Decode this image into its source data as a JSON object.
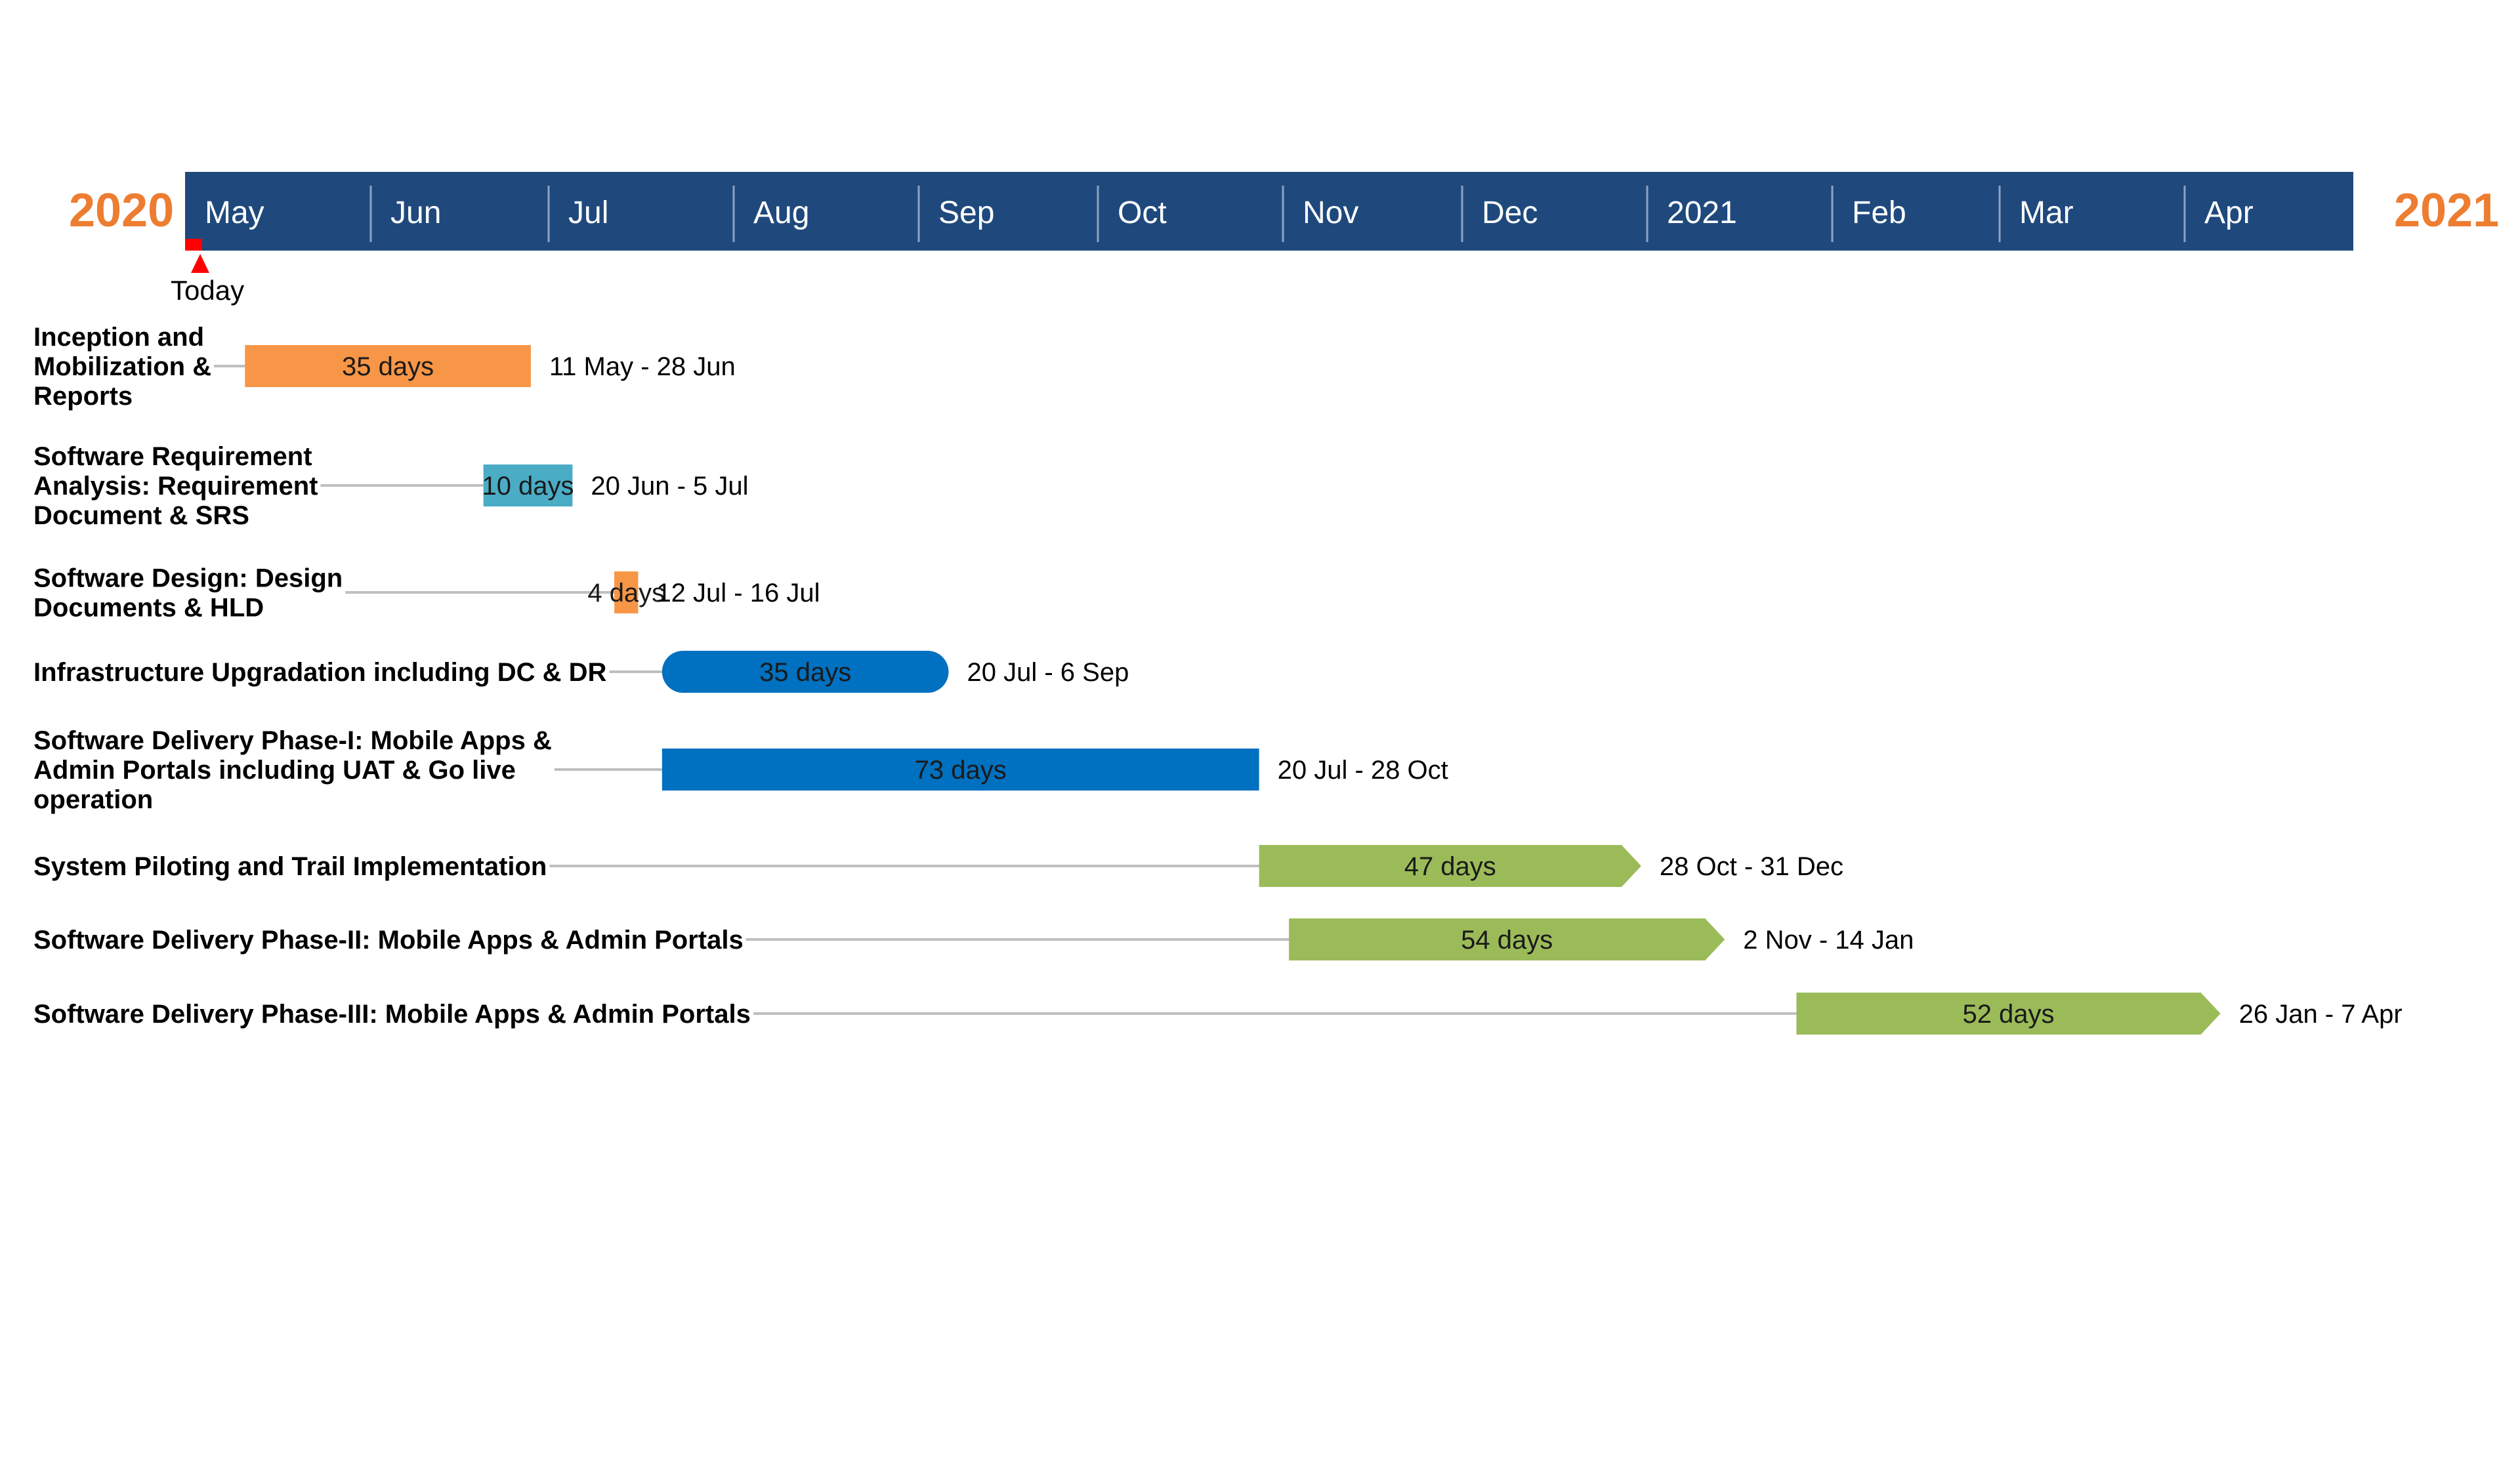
{
  "chart_data": {
    "type": "gantt",
    "start_year_label": "2020",
    "end_year_label": "2021",
    "timeline_months": [
      "May",
      "Jun",
      "Jul",
      "Aug",
      "Sep",
      "Oct",
      "Nov",
      "Dec",
      "2021",
      "Feb",
      "Mar",
      "Apr"
    ],
    "today": {
      "label": "Today",
      "date": "2020-05-01"
    },
    "tasks": [
      {
        "name": "Inception and Mobilization & Reports",
        "lines": [
          "Inception and",
          "Mobilization &",
          "Reports"
        ],
        "start": "2020-05-11",
        "end": "2020-06-28",
        "duration": "35 days",
        "range": "11 May - 28 Jun",
        "color": "#F79646",
        "shape": "rect"
      },
      {
        "name": "Software Requirement Analysis: Requirement Document & SRS",
        "lines": [
          "Software Requirement",
          "Analysis: Requirement",
          "Document & SRS"
        ],
        "start": "2020-06-20",
        "end": "2020-07-05",
        "duration": "10 days",
        "range": "20 Jun - 5 Jul",
        "color": "#4BACC6",
        "shape": "rect"
      },
      {
        "name": "Software Design: Design Documents & HLD",
        "lines": [
          "Software Design: Design",
          "Documents & HLD"
        ],
        "start": "2020-07-12",
        "end": "2020-07-16",
        "duration": "4 days",
        "range": "12 Jul - 16 Jul",
        "color": "#F79646",
        "shape": "rect"
      },
      {
        "name": "Infrastructure Upgradation including DC & DR",
        "lines": [
          "Infrastructure Upgradation including DC & DR"
        ],
        "start": "2020-07-20",
        "end": "2020-09-06",
        "duration": "35 days",
        "range": "20 Jul - 6 Sep",
        "color": "#0070C0",
        "shape": "rounded"
      },
      {
        "name": "Software Delivery Phase-I: Mobile Apps & Admin Portals including UAT & Go live operation",
        "lines": [
          "Software Delivery Phase-I: Mobile Apps &",
          "Admin Portals including UAT & Go live",
          "operation"
        ],
        "start": "2020-07-20",
        "end": "2020-10-28",
        "duration": "73 days",
        "range": "20 Jul - 28 Oct",
        "color": "#0070C0",
        "shape": "rect"
      },
      {
        "name": "System Piloting and Trail Implementation",
        "lines": [
          "System Piloting and Trail Implementation"
        ],
        "start": "2020-10-28",
        "end": "2020-12-31",
        "duration": "47 days",
        "range": "28 Oct - 31 Dec",
        "color": "#9BBB59",
        "shape": "arrow"
      },
      {
        "name": "Software Delivery Phase-II: Mobile Apps & Admin Portals",
        "lines": [
          "Software Delivery Phase-II: Mobile Apps & Admin Portals"
        ],
        "start": "2020-11-02",
        "end": "2021-01-14",
        "duration": "54 days",
        "range": "2 Nov - 14 Jan",
        "color": "#9BBB59",
        "shape": "arrow"
      },
      {
        "name": "Software Delivery Phase-III: Mobile Apps & Admin Portals",
        "lines": [
          "Software Delivery Phase-III: Mobile Apps & Admin Portals"
        ],
        "start": "2021-01-26",
        "end": "2021-04-07",
        "duration": "52 days",
        "range": "26 Jan - 7 Apr",
        "color": "#9BBB59",
        "shape": "arrow"
      }
    ],
    "colors": {
      "timeline_band": "#1F497D",
      "year_labels": "#ED7D31",
      "connector": "#BFBFBF",
      "today_marker": "#FF0000"
    }
  }
}
